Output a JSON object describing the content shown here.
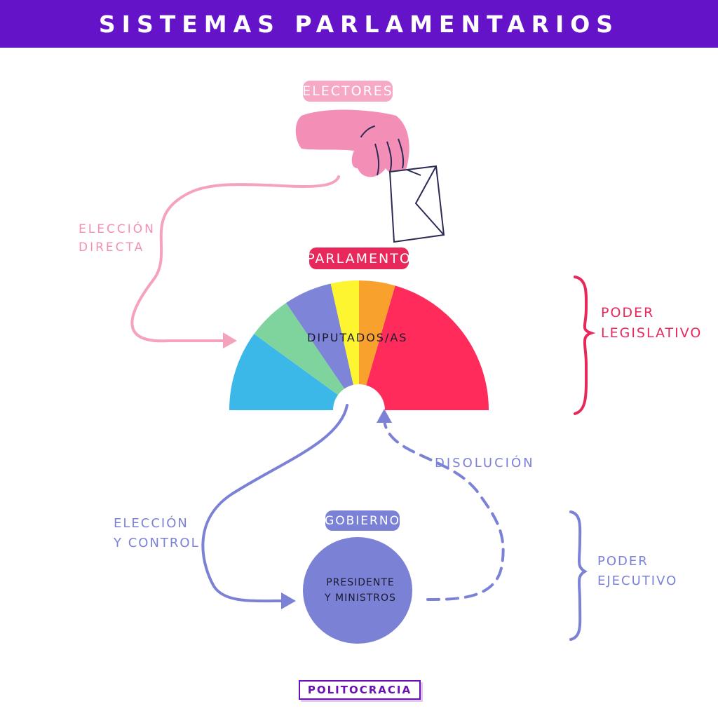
{
  "header": {
    "title": "SISTEMAS PARLAMENTARIOS"
  },
  "electores": {
    "label": "ELECTORES"
  },
  "eleccion_directa": {
    "line1": "ELECCIÓN",
    "line2": "DIRECTA"
  },
  "parlamento": {
    "label": "PARLAMENTO",
    "center": "DIPUTADOS/AS"
  },
  "parliament_segments": [
    {
      "color": "#3bb7e8",
      "share": 0.2
    },
    {
      "color": "#7fd49e",
      "share": 0.11
    },
    {
      "color": "#7e84d7",
      "share": 0.12
    },
    {
      "color": "#fcf530",
      "share": 0.07
    },
    {
      "color": "#f9a12d",
      "share": 0.09
    },
    {
      "color": "#ff2b5b",
      "share": 0.41
    }
  ],
  "poder_legislativo": {
    "line1": "PODER",
    "line2": "LEGISLATIVO"
  },
  "disolucion": {
    "label": "DISOLUCIÓN"
  },
  "eleccion_control": {
    "line1": "ELECCIÓN",
    "line2": "Y CONTROL"
  },
  "gobierno": {
    "label": "GOBIERNO",
    "line1": "PRESIDENTE",
    "line2": "Y MINISTROS"
  },
  "poder_ejecutivo": {
    "line1": "PODER",
    "line2": "EJECUTIVO"
  },
  "footer": {
    "brand": "POLITOCRACIA"
  },
  "colors": {
    "header": "#6513c9",
    "pink": "#f3a3bf",
    "hand": "#f38fb6",
    "red": "#e8285b",
    "purple": "#7b82d6",
    "brand": "#6a12b5"
  }
}
